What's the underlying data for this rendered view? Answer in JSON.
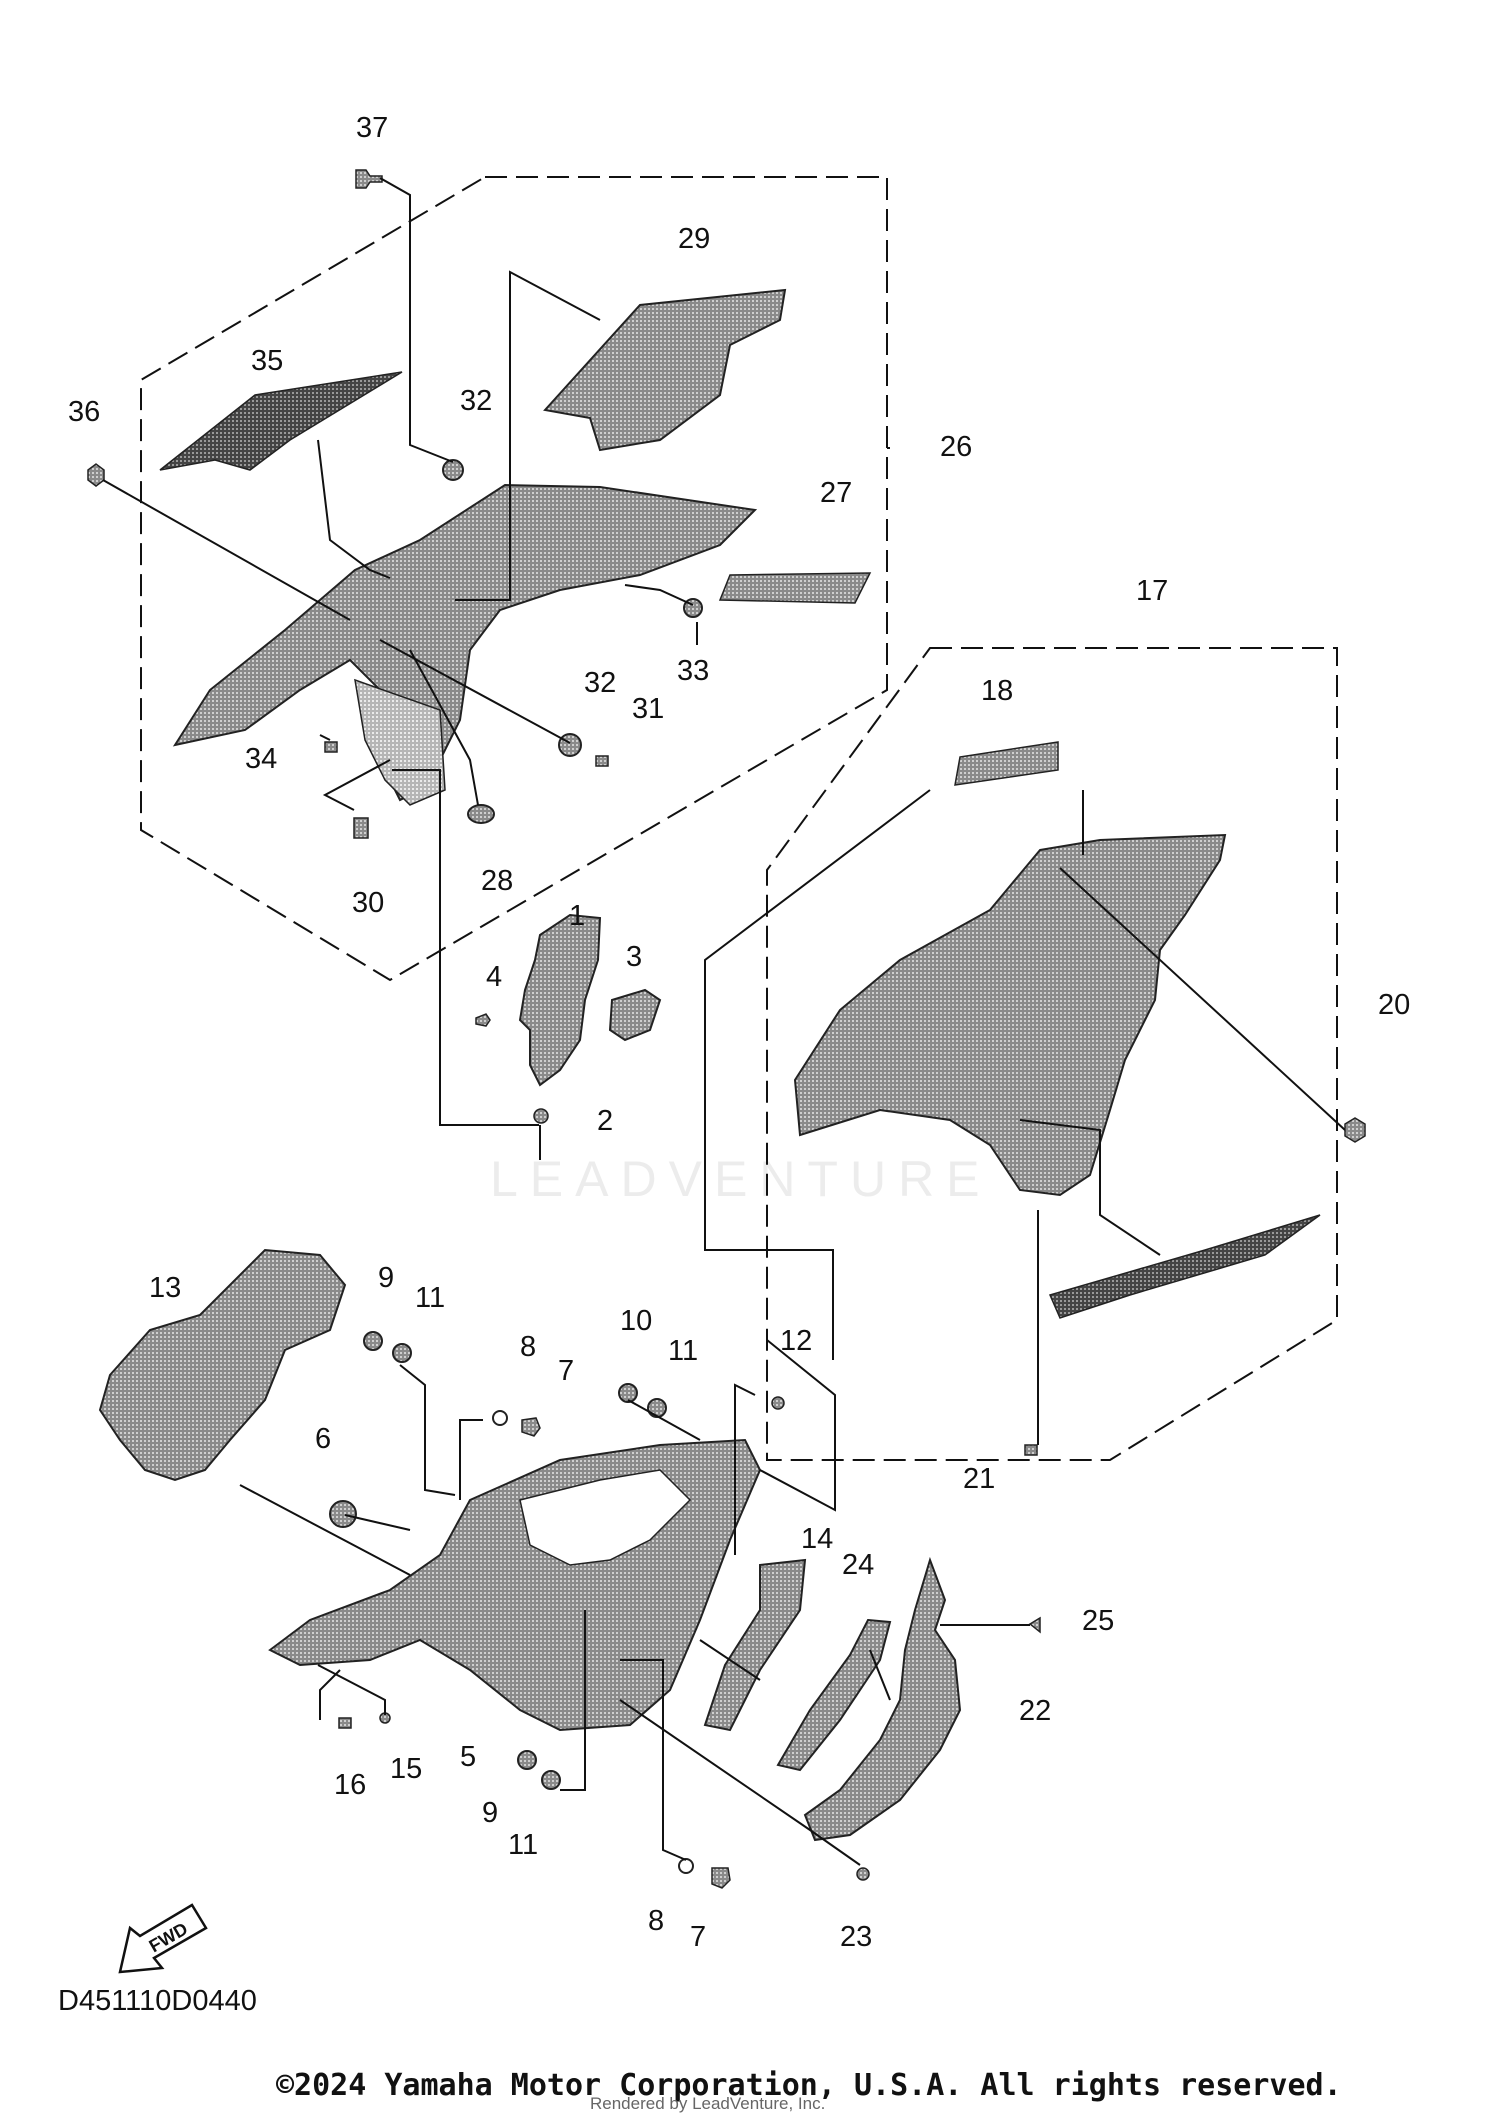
{
  "callouts": [
    "37",
    "29",
    "35",
    "32",
    "26",
    "36",
    "27",
    "33",
    "17",
    "32",
    "31",
    "18",
    "34",
    "28",
    "30",
    "1",
    "4",
    "3",
    "20",
    "2",
    "13",
    "9",
    "11",
    "10",
    "11",
    "12",
    "8",
    "7",
    "6",
    "21",
    "14",
    "24",
    "25",
    "22",
    "5",
    "16",
    "15",
    "9",
    "11",
    "8",
    "7",
    "23"
  ],
  "fwd_label": "FWD",
  "drawing_code": "D451110D0440",
  "copyright": "©2024 Yamaha Motor Corporation, U.S.A. All rights reserved.",
  "rendered_by": "Rendered by LeadVenture, Inc.",
  "watermark": "LEADVENTURE"
}
